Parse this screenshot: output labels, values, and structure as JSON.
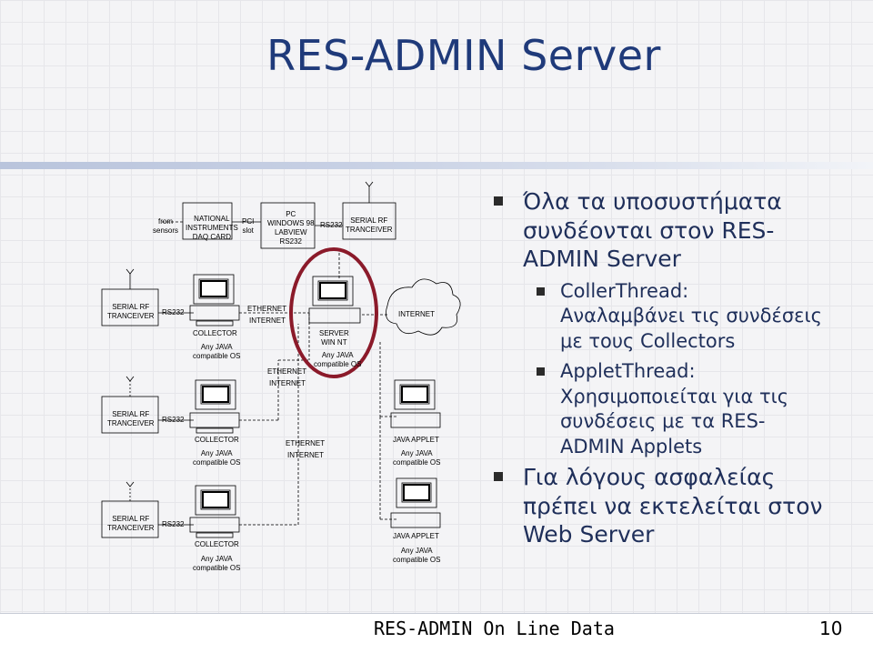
{
  "slide": {
    "title": "RES-ADMIN Server",
    "footer": "RES-ADMIN On Line Data",
    "page_number": "10"
  },
  "diagram": {
    "from_sensors": "from\nsensors",
    "ni_card": "NATIONAL\nINSTRUMENTS\nDAQ CARD",
    "pci_slot": "PCI\nslot",
    "pc_box": "PC\nWINDOWS 98\nLABVIEW\nRS232",
    "rs232": "RS232",
    "serial_rf": "SERIAL RF\nTRANCEIVER",
    "collector": "COLLECTOR",
    "any_java": "Any JAVA\ncompatible OS",
    "ethernet": "ETHERNET",
    "internet": "INTERNET",
    "server_winnt": "SERVER\nWIN NT",
    "internet_cloud": "INTERNET",
    "java_applet": "JAVA APPLET",
    "highlight_color": "#8b1a2a"
  },
  "bullets": [
    {
      "text": "Όλα τα υποσυστήματα συνδέονται στον RES-ADMIN Server",
      "lines": [
        "Όλα τα υποσυστήματα",
        "συνδέονται στον RES-",
        "ADMIN Server"
      ],
      "sub": [
        {
          "lines": [
            "CollerThread:",
            "Αναλαμβάνει τις συνδέσεις",
            "με τους Collectors"
          ]
        },
        {
          "lines": [
            "AppletThread:",
            "Χρησιμοποιείται για τις",
            "συνδέσεις με τα RES-",
            "ADMIN Applets"
          ]
        }
      ]
    },
    {
      "lines": [
        "Για λόγους ασφαλείας",
        "πρέπει να εκτελείται στον",
        "Web Server"
      ],
      "sub": []
    }
  ]
}
